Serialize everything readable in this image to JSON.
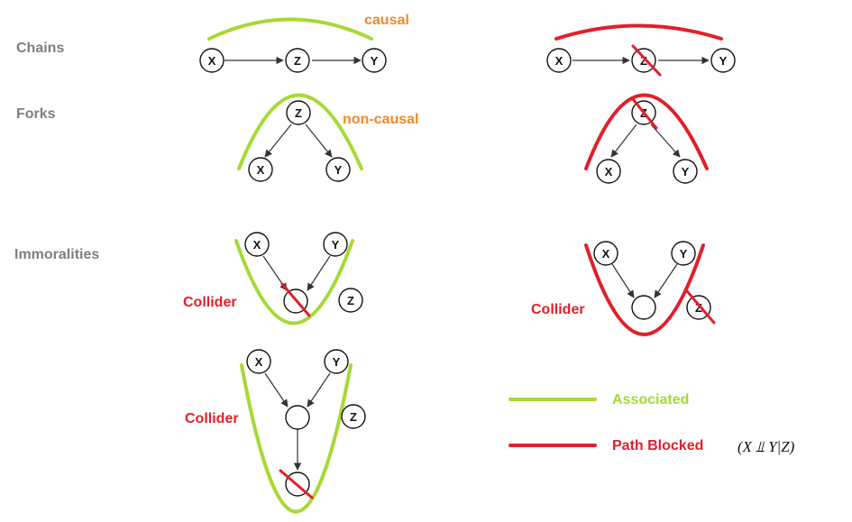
{
  "rows": {
    "chains": "Chains",
    "forks": "Forks",
    "immoralities": "Immoralities"
  },
  "annotations": {
    "causal": "causal",
    "non_causal": "non-causal",
    "collider": "Collider"
  },
  "nodes": {
    "x": "X",
    "y": "Y",
    "z": "Z"
  },
  "legend": {
    "associated": "Associated",
    "blocked": "Path Blocked",
    "formula": "(X ⫫ Y|Z)"
  },
  "colors": {
    "associated": "#a6d937",
    "blocked": "#e0202a",
    "orange": "#f0882d",
    "label_gray": "#7f7f7f"
  }
}
